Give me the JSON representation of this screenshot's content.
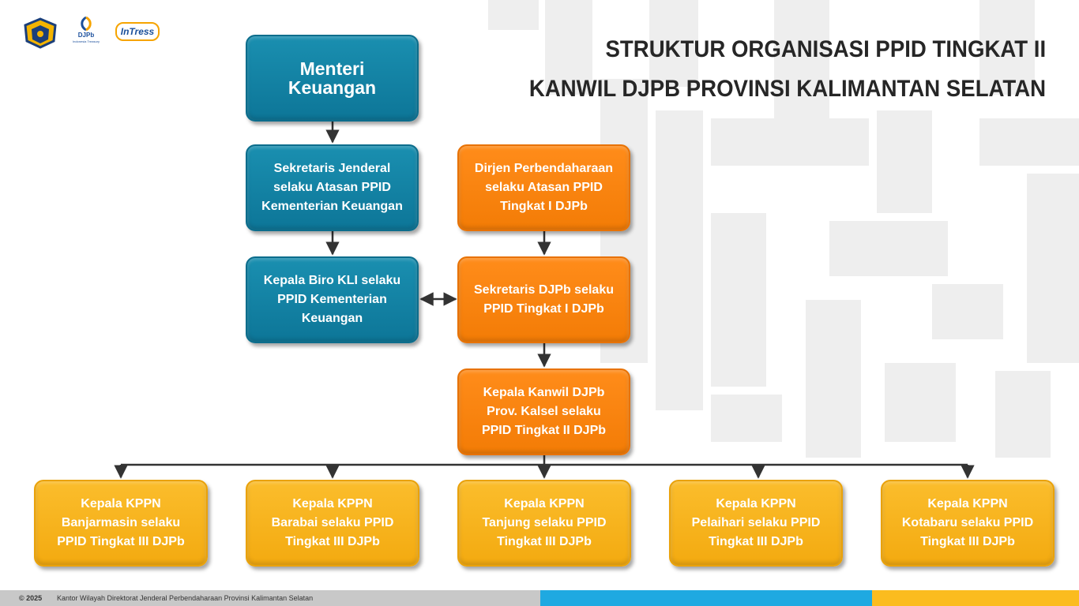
{
  "header": {
    "title_line1": "STRUKTUR ORGANISASI PPID TINGKAT II",
    "title_line2": "KANWIL DJPB PROVINSI KALIMANTAN SELATAN",
    "logos": {
      "djpb_text": "DJPb",
      "djpb_subtext": "Indonesia Treasury",
      "intress_text": "InTress"
    }
  },
  "nodes": {
    "menteri": "Menteri Keuangan",
    "sekjen": "Sekretaris Jenderal\nselaku Atasan PPID\nKementerian Keuangan",
    "karo_kli": "Kepala Biro KLI selaku\nPPID Kementerian\nKeuangan",
    "dirjen": "Dirjen Perbendaharaan\nselaku Atasan PPID\nTingkat I DJPb",
    "sekretaris_djpb": "Sekretaris DJPb selaku\nPPID Tingkat I DJPb",
    "kakanwil": "Kepala Kanwil DJPb\nProv. Kalsel selaku\nPPID Tingkat II DJPb",
    "kppn_banjarmasin": "Kepala KPPN\nBanjarmasin selaku\nPPID Tingkat III DJPb",
    "kppn_barabai": "Kepala KPPN\nBarabai selaku PPID\nTingkat III DJPb",
    "kppn_tanjung": "Kepala KPPN\nTanjung selaku PPID\nTingkat III DJPb",
    "kppn_pelaihari": "Kepala KPPN\nPelaihari selaku PPID\nTingkat III DJPb",
    "kppn_kotabaru": "Kepala KPPN\nKotabaru selaku PPID\nTingkat III DJPb"
  },
  "colors": {
    "kemenkeu_branch": "#0e7aa0",
    "djpb_branch": "#f57f0a",
    "kppn_level": "#f5ad15",
    "title_text": "#262626"
  },
  "footer": {
    "copyright": "© 2025",
    "text": "Kantor Wilayah Direktorat Jenderal Perbendaharaan Provinsi Kalimantan Selatan"
  }
}
